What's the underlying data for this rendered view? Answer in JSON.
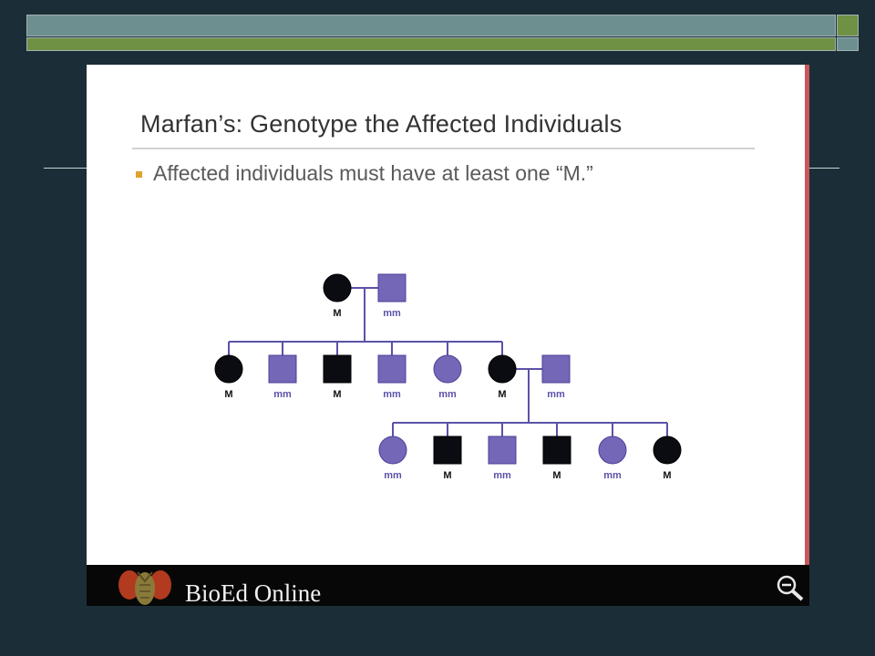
{
  "slide": {
    "title": "Marfan’s: Genotype the Affected Individuals",
    "bullet": "Affected individuals must have at least one “M.”",
    "footer_text": "BioEd Online"
  },
  "pedigree": {
    "generations": [
      [
        {
          "shape": "circle",
          "affected": true,
          "genotype": "M"
        },
        {
          "shape": "square",
          "affected": false,
          "genotype": "mm"
        }
      ],
      [
        {
          "shape": "circle",
          "affected": true,
          "genotype": "M"
        },
        {
          "shape": "square",
          "affected": false,
          "genotype": "mm"
        },
        {
          "shape": "square",
          "affected": true,
          "genotype": "M"
        },
        {
          "shape": "square",
          "affected": false,
          "genotype": "mm"
        },
        {
          "shape": "circle",
          "affected": false,
          "genotype": "mm"
        },
        {
          "shape": "circle",
          "affected": true,
          "genotype": "M"
        },
        {
          "shape": "square",
          "affected": false,
          "genotype": "mm"
        }
      ],
      [
        {
          "shape": "circle",
          "affected": false,
          "genotype": "mm"
        },
        {
          "shape": "square",
          "affected": true,
          "genotype": "M"
        },
        {
          "shape": "square",
          "affected": false,
          "genotype": "mm"
        },
        {
          "shape": "square",
          "affected": true,
          "genotype": "M"
        },
        {
          "shape": "circle",
          "affected": false,
          "genotype": "mm"
        },
        {
          "shape": "circle",
          "affected": true,
          "genotype": "M"
        }
      ]
    ]
  },
  "colors": {
    "affected": "#0b0b12",
    "unaffected": "#7467b8",
    "line": "#5b52a8",
    "label_affected": "#111111",
    "label_unaffected": "#5b52a8"
  }
}
